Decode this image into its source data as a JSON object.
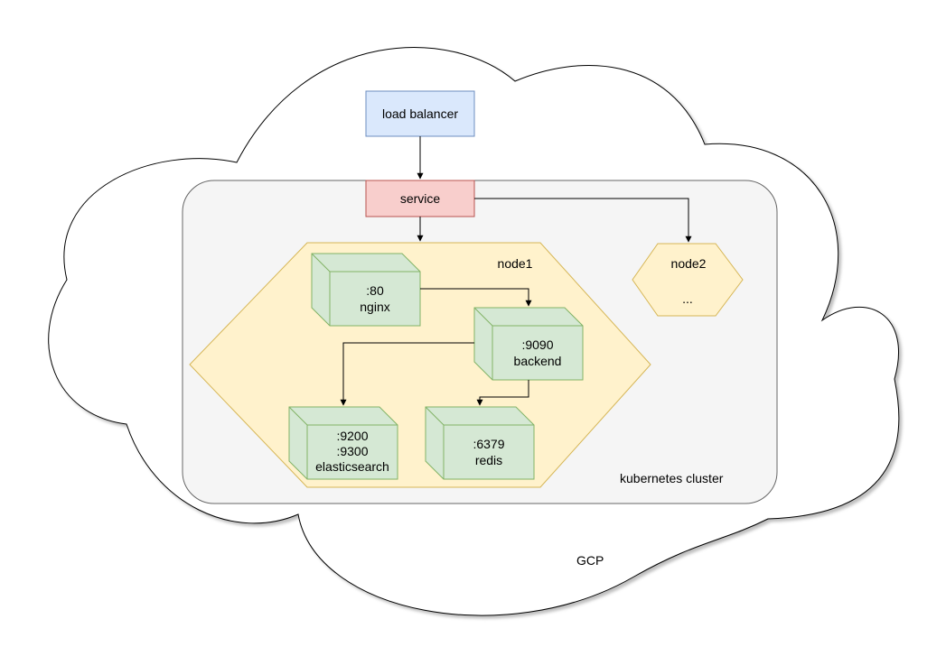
{
  "cloud": {
    "label": "GCP"
  },
  "cluster": {
    "label": "kubernetes cluster"
  },
  "load_balancer": {
    "label": "load balancer"
  },
  "service": {
    "label": "service"
  },
  "node1": {
    "label": "node1"
  },
  "node2": {
    "label": "node2",
    "more": "..."
  },
  "containers": {
    "nginx": {
      "port": ":80",
      "name": "nginx"
    },
    "backend": {
      "port": ":9090",
      "name": "backend"
    },
    "elasticsearch": {
      "port1": ":9200",
      "port2": ":9300",
      "name": "elasticsearch"
    },
    "redis": {
      "port": ":6379",
      "name": "redis"
    }
  },
  "colors": {
    "load_balancer_fill": "#dae8fc",
    "load_balancer_stroke": "#6c8ebf",
    "service_fill": "#f8cecc",
    "service_stroke": "#b85450",
    "node_fill": "#fff2cc",
    "node_stroke": "#d6b656",
    "container_fill": "#d5e8d4",
    "container_stroke": "#82b366",
    "cluster_fill": "#f5f5f5",
    "cluster_stroke": "#666666"
  }
}
